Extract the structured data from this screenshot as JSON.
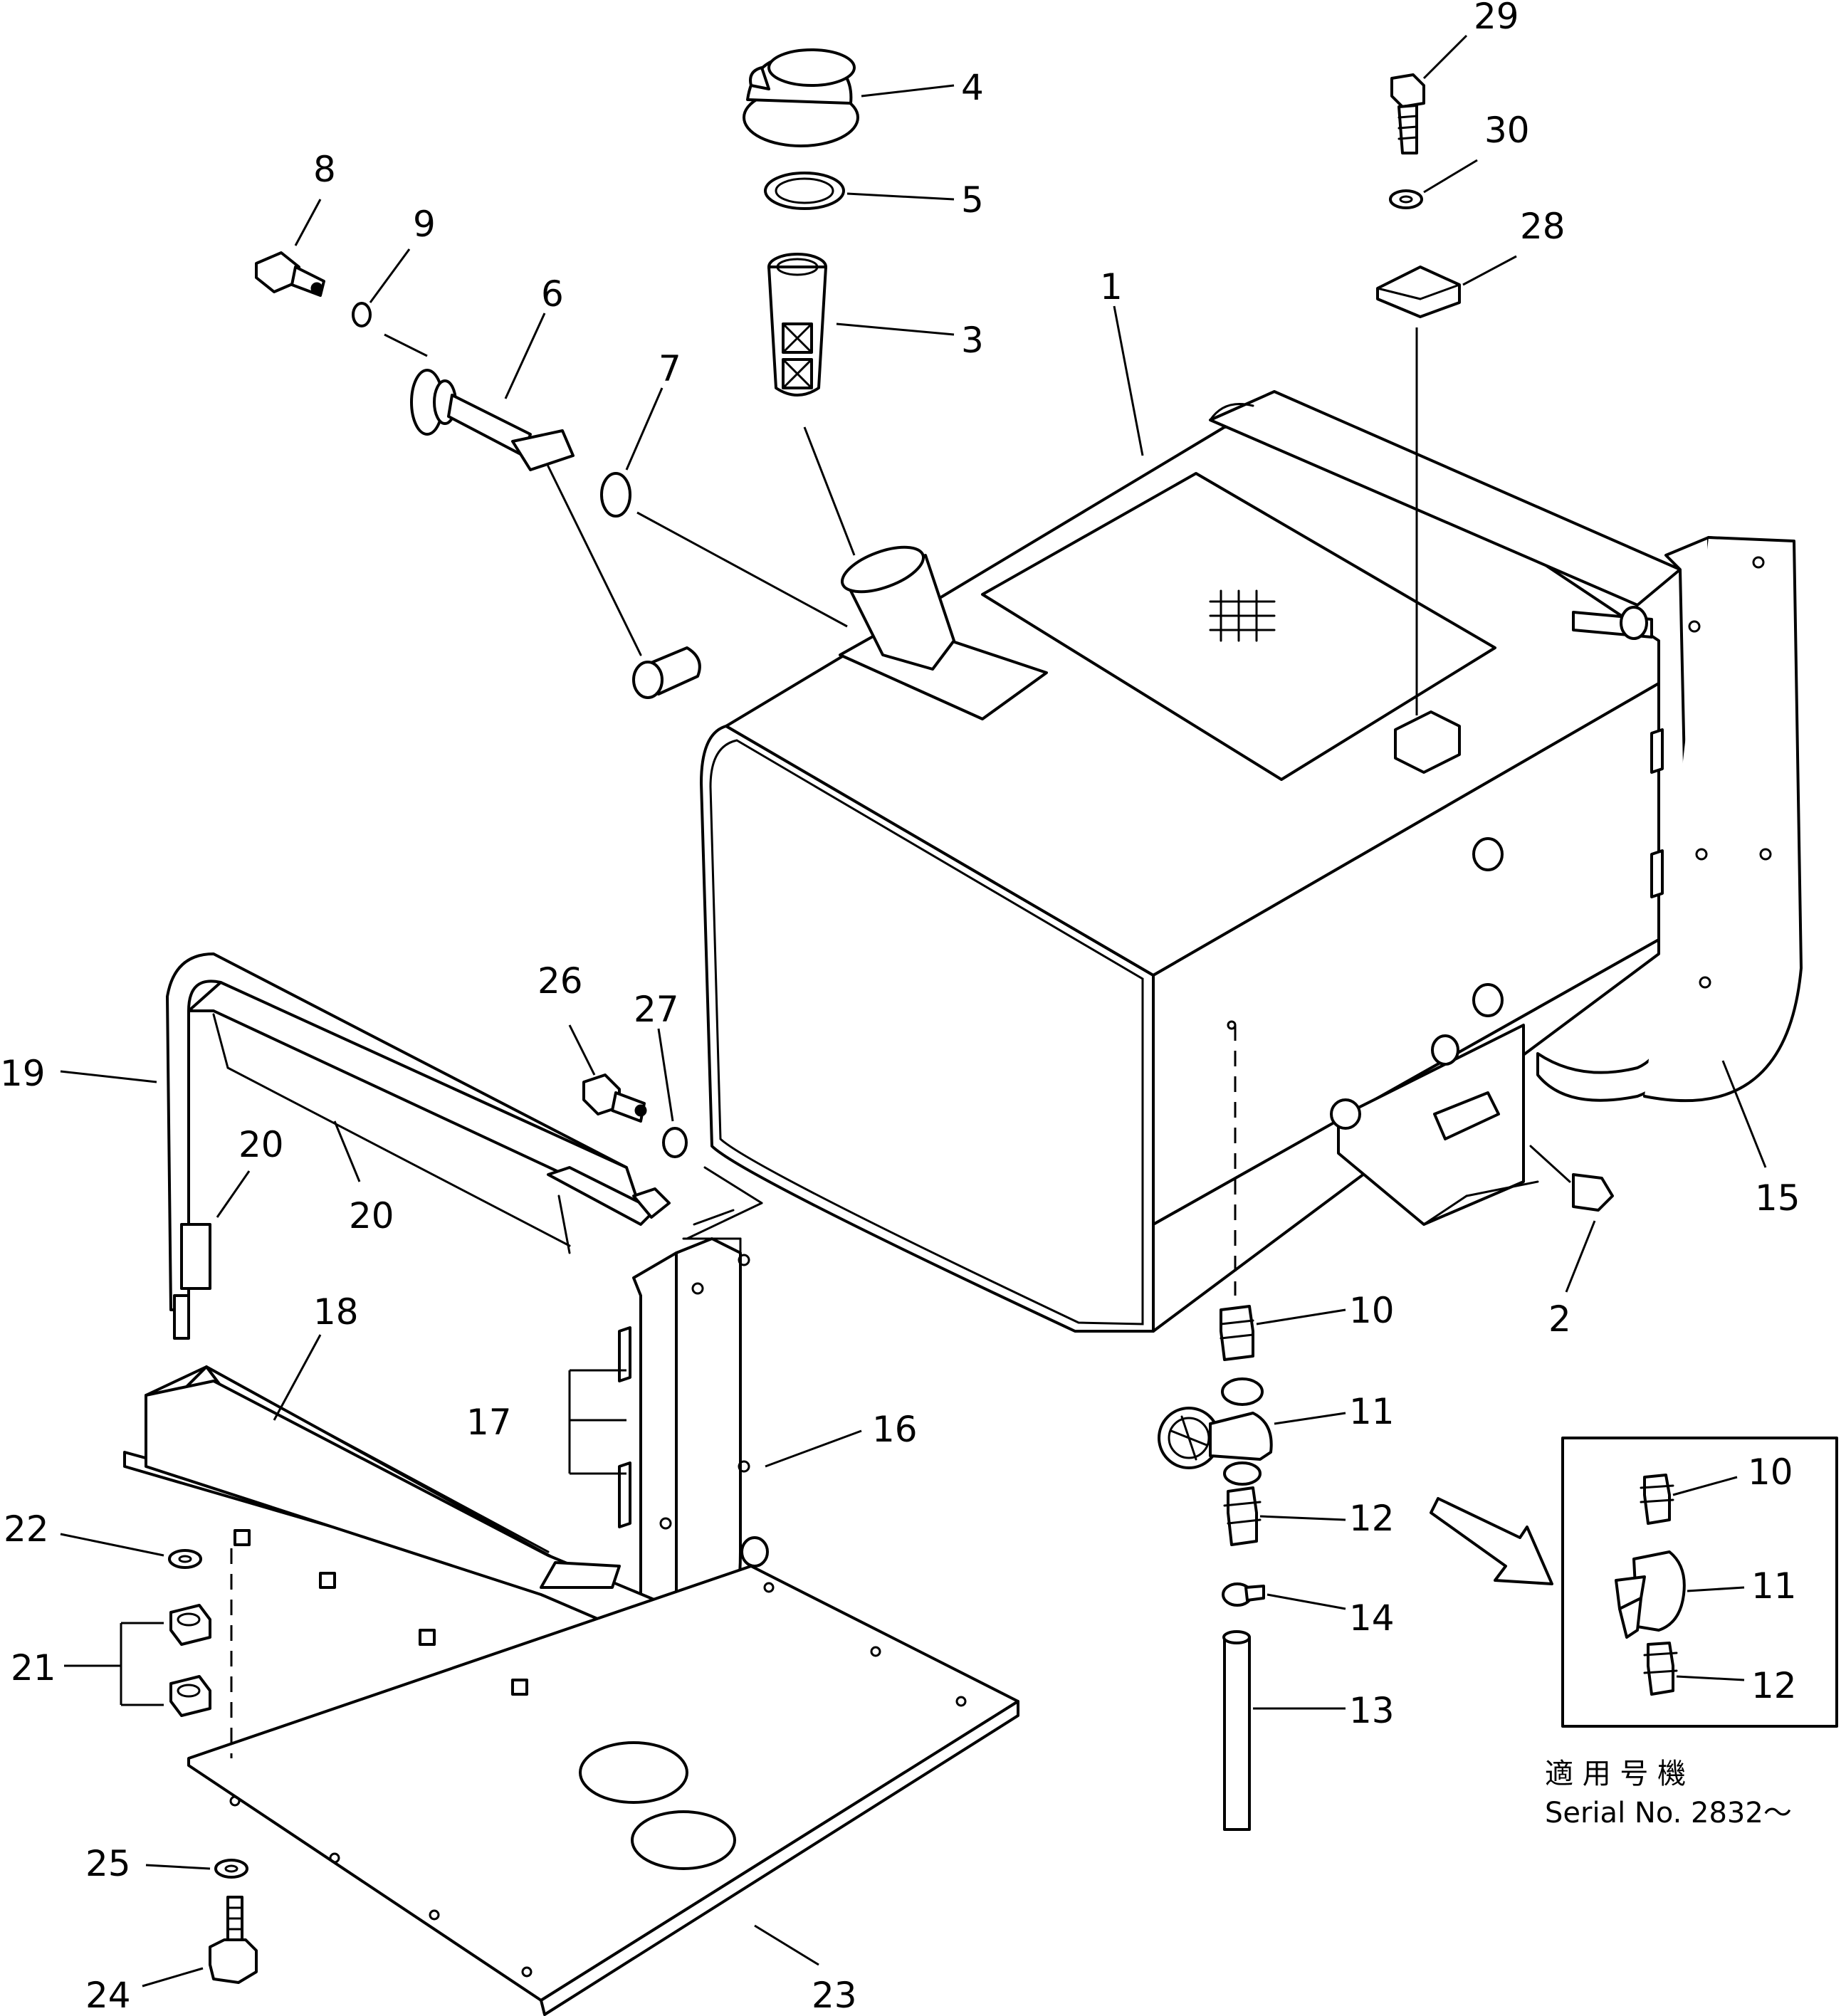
{
  "diagram": {
    "callouts": [
      {
        "id": "c1",
        "label": "1"
      },
      {
        "id": "c2",
        "label": "2"
      },
      {
        "id": "c3",
        "label": "3"
      },
      {
        "id": "c4",
        "label": "4"
      },
      {
        "id": "c5",
        "label": "5"
      },
      {
        "id": "c6",
        "label": "6"
      },
      {
        "id": "c7",
        "label": "7"
      },
      {
        "id": "c8",
        "label": "8"
      },
      {
        "id": "c9",
        "label": "9"
      },
      {
        "id": "c10",
        "label": "10"
      },
      {
        "id": "c11",
        "label": "11"
      },
      {
        "id": "c12",
        "label": "12"
      },
      {
        "id": "c13",
        "label": "13"
      },
      {
        "id": "c14",
        "label": "14"
      },
      {
        "id": "c15",
        "label": "15"
      },
      {
        "id": "c16",
        "label": "16"
      },
      {
        "id": "c17",
        "label": "17"
      },
      {
        "id": "c18",
        "label": "18"
      },
      {
        "id": "c19",
        "label": "19"
      },
      {
        "id": "c20a",
        "label": "20"
      },
      {
        "id": "c20b",
        "label": "20"
      },
      {
        "id": "c21",
        "label": "21"
      },
      {
        "id": "c22",
        "label": "22"
      },
      {
        "id": "c23",
        "label": "23"
      },
      {
        "id": "c24",
        "label": "24"
      },
      {
        "id": "c25",
        "label": "25"
      },
      {
        "id": "c26",
        "label": "26"
      },
      {
        "id": "c27",
        "label": "27"
      },
      {
        "id": "c28",
        "label": "28"
      },
      {
        "id": "c29",
        "label": "29"
      },
      {
        "id": "c30",
        "label": "30"
      },
      {
        "id": "inset10",
        "label": "10"
      },
      {
        "id": "inset11",
        "label": "11"
      },
      {
        "id": "inset12",
        "label": "12"
      }
    ],
    "inset": {
      "applicable_models": "適 用 号 機",
      "serial": "Serial No. 2832～"
    }
  }
}
